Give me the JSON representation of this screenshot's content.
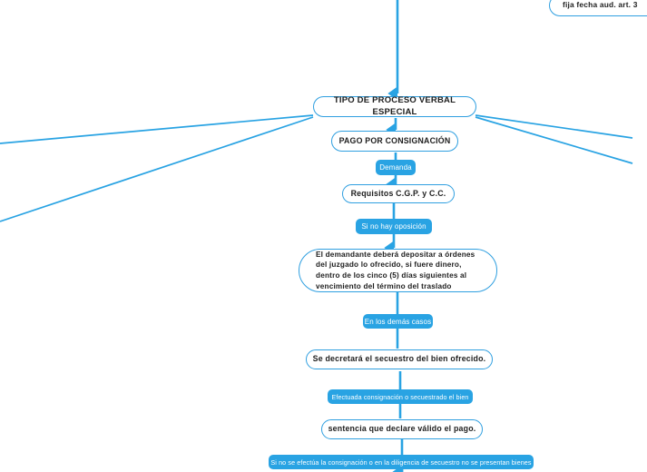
{
  "diagram": {
    "title_node": "TIPO DE PROCESO VERBAL ESPECIAL",
    "accent_color": "#29a3e3",
    "node_border_color": "#2f9fe0",
    "node_fill_color": "#ffffff",
    "chip_text_color": "#ffffff",
    "background_color": "#ffffff",
    "nodes": [
      {
        "id": "clipped_top_right",
        "label": "fija fecha aud. art. 3",
        "kind": "outline-clipped"
      },
      {
        "id": "root",
        "label": "TIPO DE PROCESO VERBAL ESPECIAL",
        "kind": "outline"
      },
      {
        "id": "pago",
        "label": "PAGO POR CONSIGNACIÓN",
        "kind": "outline"
      },
      {
        "id": "requisitos",
        "label": "Requisitos C.G.P. y C.C.",
        "kind": "outline"
      },
      {
        "id": "deposito",
        "label": "El demandante deberá depositar a órdenes del juzgado lo ofrecido, si fuere dinero, dentro de los cinco (5) días siguientes al vencimiento del término del traslado",
        "kind": "outline-multi"
      },
      {
        "id": "secuestro",
        "label": "Se decretará el secuestro del bien ofrecido.",
        "kind": "outline"
      },
      {
        "id": "sentencia",
        "label": "sentencia que declare válido el pago.",
        "kind": "outline"
      }
    ],
    "edge_labels": [
      {
        "id": "demanda",
        "label": "Demanda"
      },
      {
        "id": "sin_oposicion",
        "label": "Si no hay oposición"
      },
      {
        "id": "demas_casos",
        "label": "En los demás casos"
      },
      {
        "id": "efectuada",
        "label": "Efectuada consignación o secuestrado el bien"
      },
      {
        "id": "no_efectua",
        "label": "Si no se efectúa la consignación o en la diligencia de secuestro no se presentan bienes"
      }
    ]
  }
}
